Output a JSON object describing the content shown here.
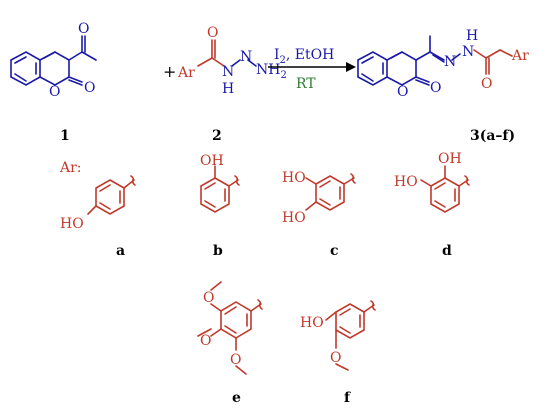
{
  "reaction": {
    "compound1_label": "1",
    "compound2_label": "2",
    "product_label": "3(a–f)",
    "plus_sign": "+",
    "conditions_reagent_symbol": "I",
    "conditions_reagent_subscript": "2",
    "conditions_solvent": ", EtOH",
    "conditions_temperature": "RT"
  },
  "atoms": {
    "oxygen": "O",
    "hydrazide_nh": "N",
    "hydrazide_h": "H",
    "nh2": "NH",
    "nh2_sub": "2",
    "imine_n": "N",
    "amide_nh": "N",
    "amide_h": "H",
    "ar": "Ar"
  },
  "substituents": {
    "heading": "Ar:",
    "oh": "OH",
    "ho": "HO",
    "items": [
      {
        "label": "a"
      },
      {
        "label": "b"
      },
      {
        "label": "c"
      },
      {
        "label": "d"
      },
      {
        "label": "e"
      },
      {
        "label": "f"
      }
    ]
  },
  "colors": {
    "coumarin": "#1a1aa8",
    "aryl": "#c0392b",
    "reagent": "#1a1aa8",
    "temperature": "#2e7d32",
    "text": "#000000"
  }
}
